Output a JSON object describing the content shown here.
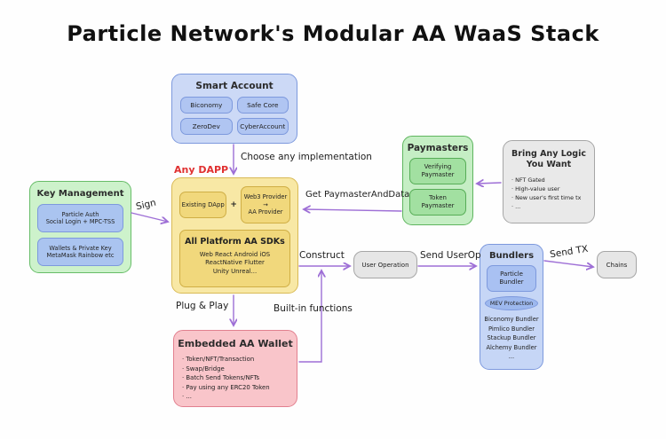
{
  "title": "Particle Network's Modular AA WaaS Stack",
  "colors": {
    "arrow": "#9e6fd6",
    "dapp_label": "#e03131",
    "blue_box": "#ccd9f6",
    "green_box": "#c5eec4",
    "yellow_box": "#f8e8a5",
    "pink_box": "#f9c5ca",
    "gray_box": "#e9e9e9"
  },
  "smart_account": {
    "title": "Smart Account",
    "items": [
      "Biconomy",
      "Safe Core",
      "ZeroDev",
      "CyberAccount"
    ]
  },
  "key_management": {
    "title": "Key Management",
    "items": [
      {
        "line1": "Particle Auth",
        "line2": "Social Login + MPC-TSS"
      },
      {
        "line1": "Wallets & Private Key",
        "line2": "MetaMask Rainbow etc"
      }
    ]
  },
  "any_dapp": {
    "label": "Any DAPP",
    "existing_dapp": "Existing DApp",
    "plus": "+",
    "web3_line1": "Web3 Provider",
    "web3_line2": "→",
    "web3_line3": "AA Provider",
    "sdks_title": "All Platform AA SDKs",
    "sdks_line1": "Web React Android iOS",
    "sdks_line2": "ReactNative Flutter",
    "sdks_line3": "Unity Unreal..."
  },
  "paymasters": {
    "title": "Paymasters",
    "items": [
      {
        "line1": "Verifying",
        "line2": "Paymaster"
      },
      {
        "line1": "Token",
        "line2": "Paymaster"
      }
    ]
  },
  "bring_logic": {
    "title_line1": "Bring Any Logic",
    "title_line2": "You Want",
    "bullets": [
      "NFT Gated",
      "High-value user",
      "New user's first time tx",
      "..."
    ]
  },
  "user_operation": {
    "label": "User Operation"
  },
  "bundlers": {
    "title": "Bundlers",
    "particle_line1": "Particle",
    "particle_line2": "Bundler",
    "mev": "MEV Protection",
    "list": [
      "Biconomy Bundler",
      "Pimlico Bundler",
      "Stackup Bundler",
      "Alchemy Bundler",
      "..."
    ]
  },
  "chains": {
    "label": "Chains"
  },
  "embedded_wallet": {
    "title": "Embedded AA Wallet",
    "bullets": [
      "Token/NFT/Transaction",
      "Swap/Bridge",
      "Batch Send Tokens/NFTs",
      "Pay using any ERC20 Token",
      "..."
    ]
  },
  "arrows": {
    "choose": "Choose any implementation",
    "sign": "Sign",
    "get_paymaster": "Get PaymasterAndData",
    "construct": "Construct",
    "send_userop": "Send UserOp",
    "send_tx": "Send TX",
    "plug_play": "Plug & Play",
    "built_in": "Built-in functions"
  }
}
